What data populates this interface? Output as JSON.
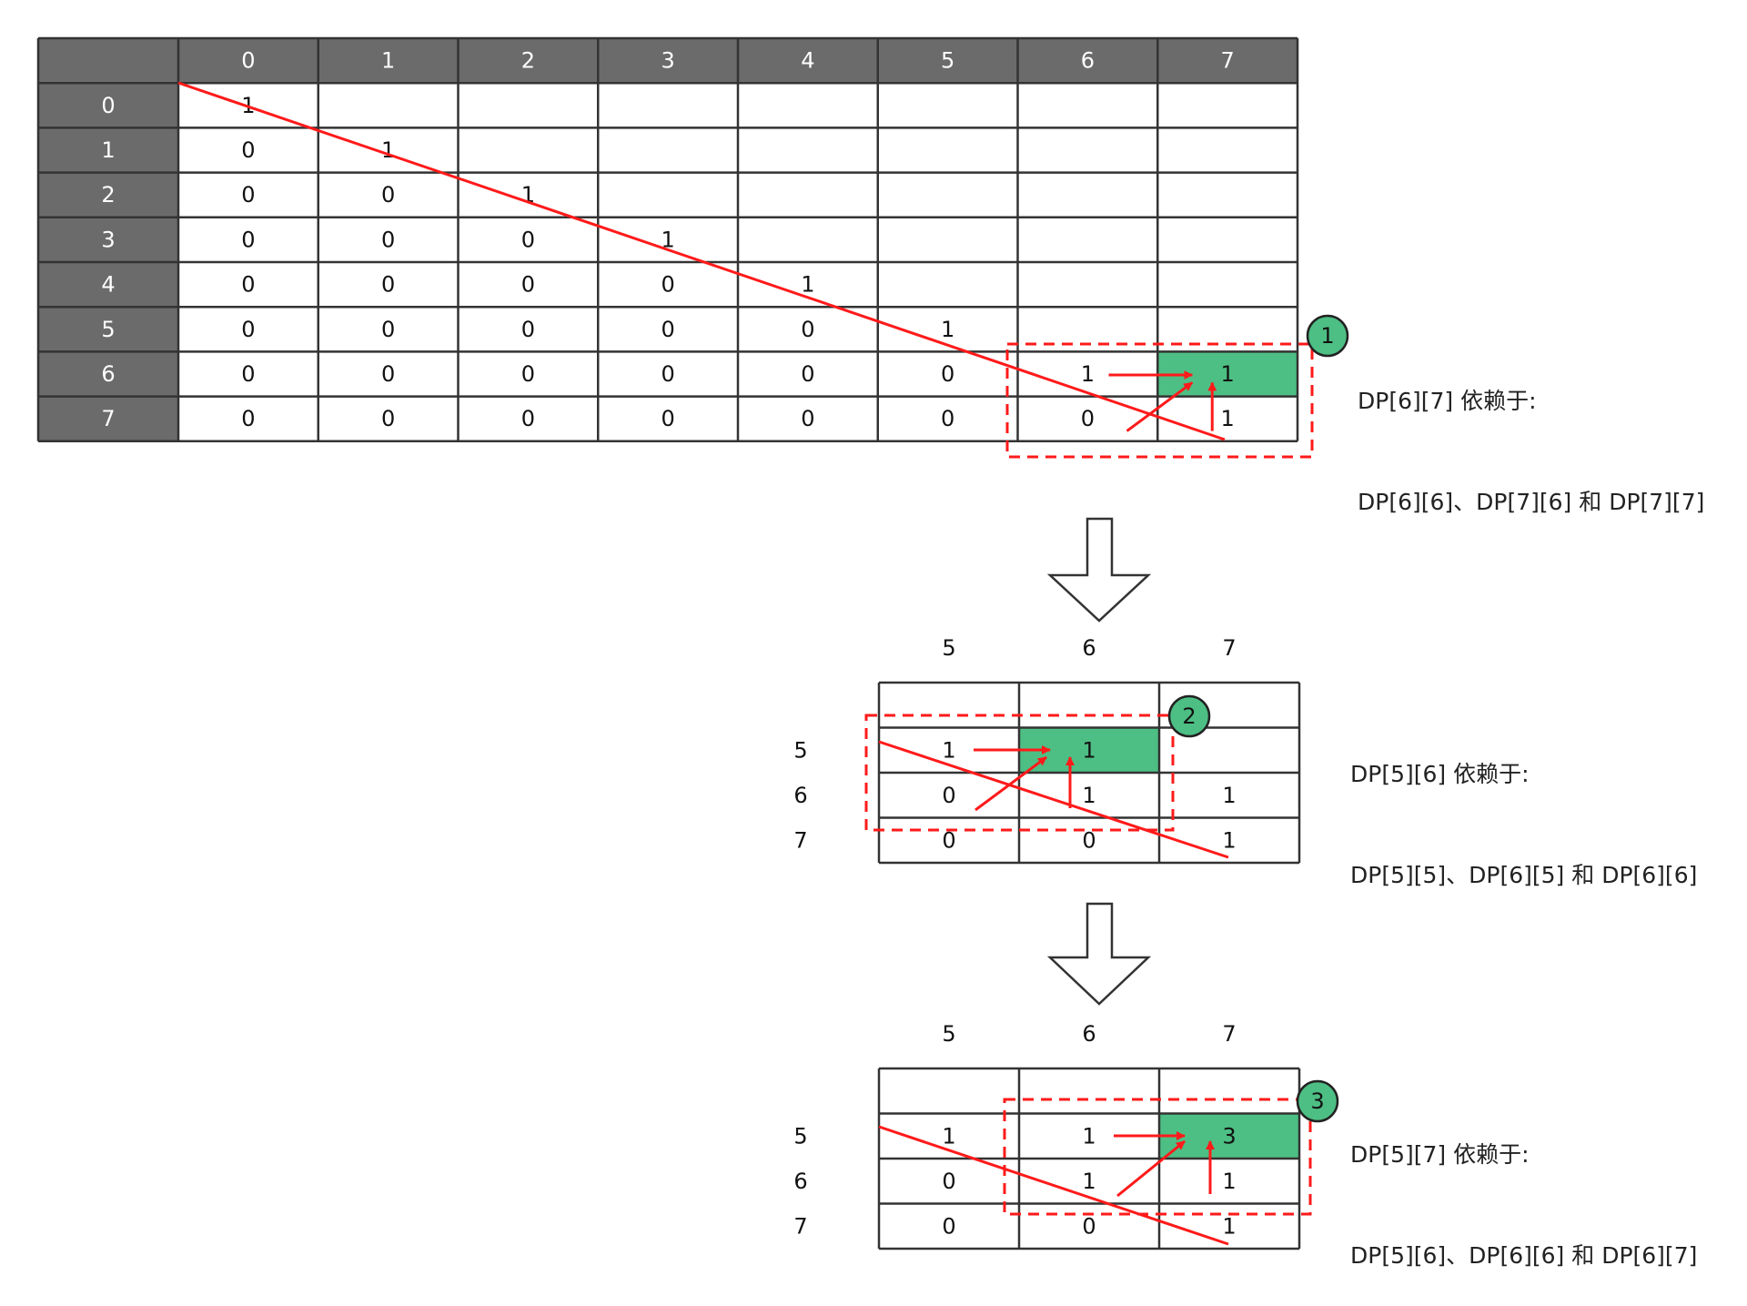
{
  "colors": {
    "header_bg": "#6b6b6b",
    "header_text": "#ffffff",
    "grid_line": "#333333",
    "highlight": "#4dbf84",
    "red": "#ff1a1a",
    "badge": "#4dbf84"
  },
  "main_table": {
    "col_headers": [
      "0",
      "1",
      "2",
      "3",
      "4",
      "5",
      "6",
      "7"
    ],
    "row_headers": [
      "0",
      "1",
      "2",
      "3",
      "4",
      "5",
      "6",
      "7"
    ],
    "cells": [
      [
        "1",
        "",
        "",
        "",
        "",
        "",
        "",
        ""
      ],
      [
        "0",
        "1",
        "",
        "",
        "",
        "",
        "",
        ""
      ],
      [
        "0",
        "0",
        "1",
        "",
        "",
        "",
        "",
        ""
      ],
      [
        "0",
        "0",
        "0",
        "1",
        "",
        "",
        "",
        ""
      ],
      [
        "0",
        "0",
        "0",
        "0",
        "1",
        "",
        "",
        ""
      ],
      [
        "0",
        "0",
        "0",
        "0",
        "0",
        "1",
        "",
        ""
      ],
      [
        "0",
        "0",
        "0",
        "0",
        "0",
        "0",
        "1",
        "1"
      ],
      [
        "0",
        "0",
        "0",
        "0",
        "0",
        "0",
        "0",
        "1"
      ]
    ],
    "highlight": {
      "row": 6,
      "col": 7
    }
  },
  "step1": {
    "badge": "1",
    "line1": "DP[6][7] 依赖于:",
    "line2": "DP[6][6]、DP[7][6] 和 DP[7][7]"
  },
  "step2": {
    "badge": "2",
    "col_labels": [
      "5",
      "6",
      "7"
    ],
    "row_labels": [
      "5",
      "6",
      "7"
    ],
    "cells": [
      [
        "",
        "",
        ""
      ],
      [
        "1",
        "1",
        ""
      ],
      [
        "0",
        "1",
        "1"
      ],
      [
        "0",
        "0",
        "1"
      ]
    ],
    "highlight": {
      "row": 1,
      "col": 1
    },
    "line1": "DP[5][6] 依赖于:",
    "line2": "DP[5][5]、DP[6][5] 和 DP[6][6]"
  },
  "step3": {
    "badge": "3",
    "col_labels": [
      "5",
      "6",
      "7"
    ],
    "row_labels": [
      "5",
      "6",
      "7"
    ],
    "cells": [
      [
        "",
        "",
        ""
      ],
      [
        "1",
        "1",
        "3"
      ],
      [
        "0",
        "1",
        "1"
      ],
      [
        "0",
        "0",
        "1"
      ]
    ],
    "highlight": {
      "row": 1,
      "col": 2
    },
    "line1": "DP[5][7] 依赖于:",
    "line2": "DP[5][6]、DP[6][6] 和 DP[6][7]"
  }
}
